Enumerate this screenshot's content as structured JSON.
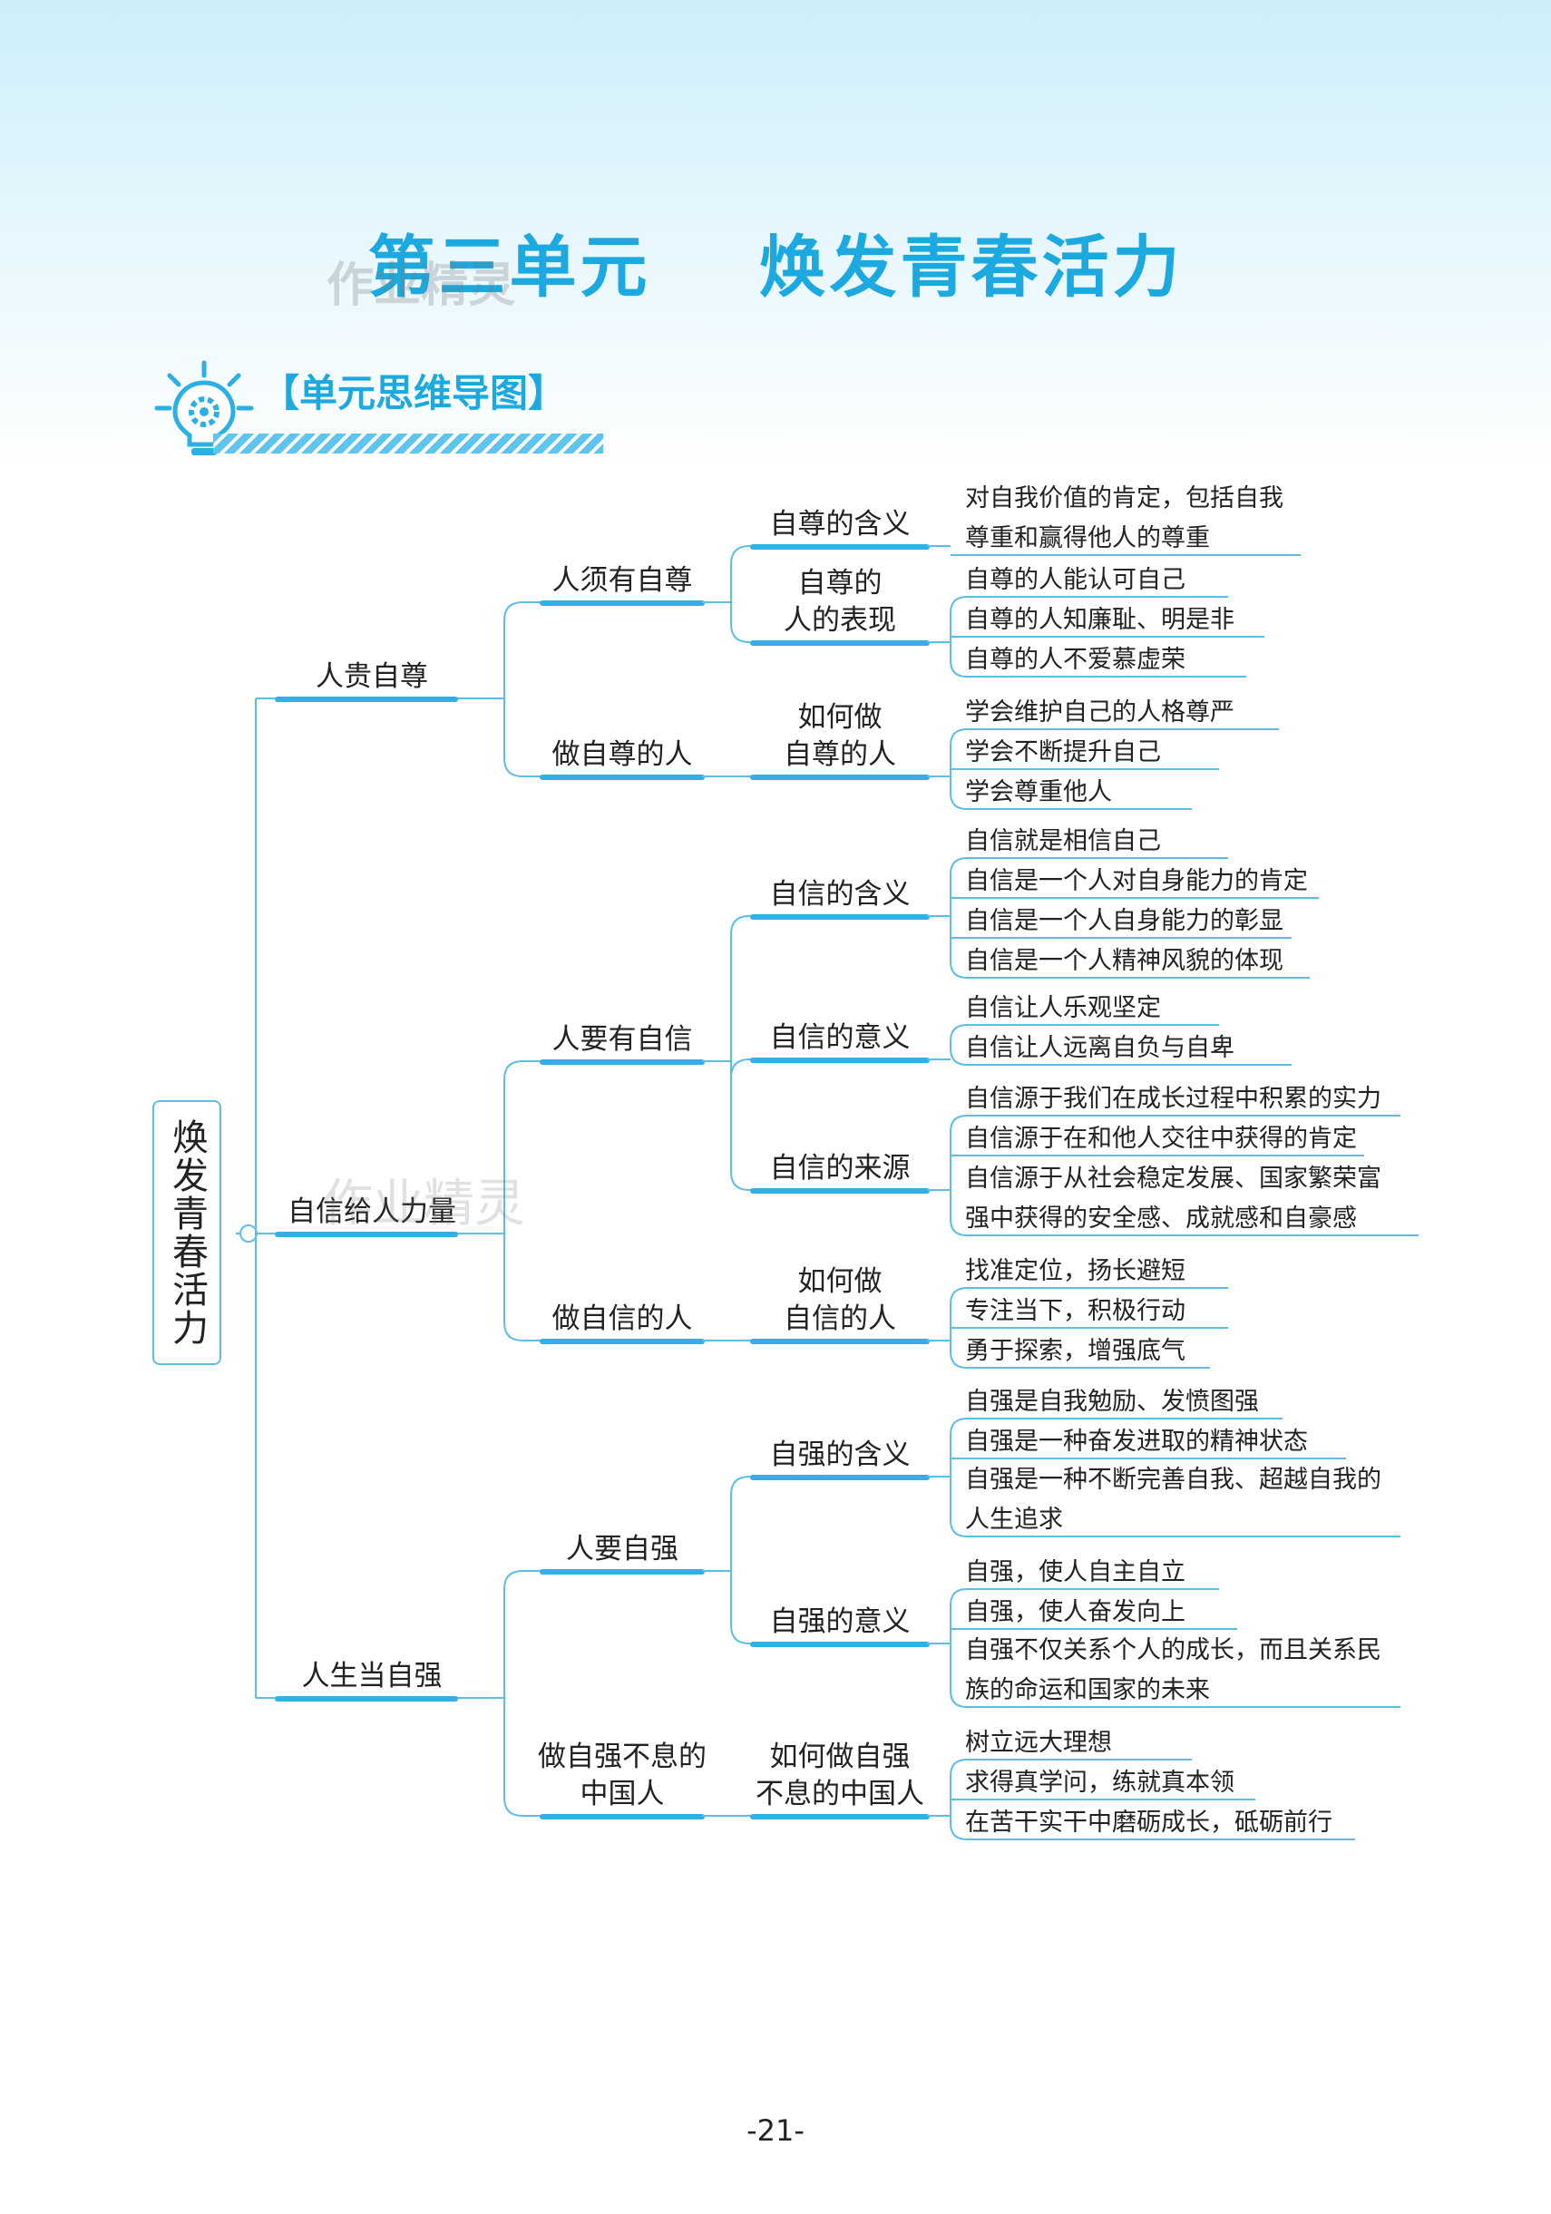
{
  "header": {
    "title": "第三单元    焕发青春活力",
    "section_label": "【单元思维导图】",
    "watermark": "作业精灵"
  },
  "icons": {
    "section": "lightbulb-gear-icon"
  },
  "colors": {
    "accent": "#1ba9e0",
    "line": "#5bbde8",
    "underline": "#34aee6",
    "text": "#222222"
  },
  "mindmap": {
    "root": "焕发青春活力",
    "l1": [
      "人贵自尊",
      "自信给人力量",
      "人生当自强"
    ],
    "l2": [
      "人须有自尊",
      "做自尊的人",
      "人要有自信",
      "做自信的人",
      "人要自强",
      "做自强不息的\n中国人"
    ],
    "l3": [
      "自尊的含义",
      "自尊的\n人的表现",
      "如何做\n自尊的人",
      "自信的含义",
      "自信的意义",
      "自信的来源",
      "如何做\n自信的人",
      "自强的含义",
      "自强的意义",
      "如何做自强\n不息的中国人"
    ],
    "leaves": [
      [
        "对自我价值的肯定，包括自我\n尊重和赢得他人的尊重"
      ],
      [
        "自尊的人能认可自己",
        "自尊的人知廉耻、明是非",
        "自尊的人不爱慕虚荣"
      ],
      [
        "学会维护自己的人格尊严",
        "学会不断提升自己",
        "学会尊重他人"
      ],
      [
        "自信就是相信自己",
        "自信是一个人对自身能力的肯定",
        "自信是一个人自身能力的彰显",
        "自信是一个人精神风貌的体现"
      ],
      [
        "自信让人乐观坚定",
        "自信让人远离自负与自卑"
      ],
      [
        "自信源于我们在成长过程中积累的实力",
        "自信源于在和他人交往中获得的肯定",
        "自信源于从社会稳定发展、国家繁荣富\n强中获得的安全感、成就感和自豪感"
      ],
      [
        "找准定位，扬长避短",
        "专注当下，积极行动",
        "勇于探索，增强底气"
      ],
      [
        "自强是自我勉励、发愤图强",
        "自强是一种奋发进取的精神状态",
        "自强是一种不断完善自我、超越自我的\n人生追求"
      ],
      [
        "自强，使人自主自立",
        "自强，使人奋发向上",
        "自强不仅关系个人的成长，而且关系民\n族的命运和国家的未来"
      ],
      [
        "树立远大理想",
        "求得真学问，练就真本领",
        "在苦干实干中磨砺成长，砥砺前行"
      ]
    ]
  },
  "footer": {
    "page_number": "-21-"
  }
}
